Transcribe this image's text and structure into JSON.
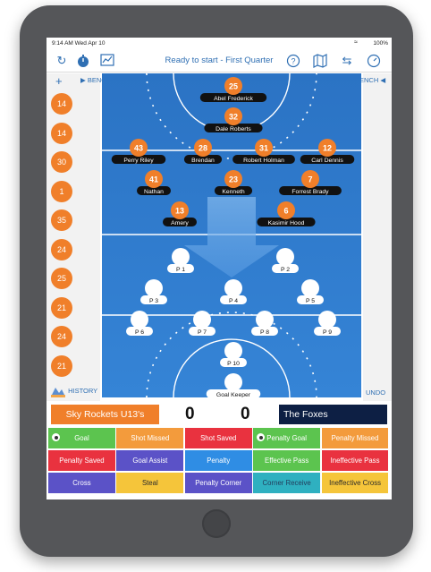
{
  "status_bar": {
    "time_date": "9:14 AM  Wed Apr 10",
    "battery": "100%"
  },
  "toolbar": {
    "title": "Ready to start - First Quarter"
  },
  "bench": {
    "add_label": "+",
    "left_label": "BENCH",
    "right_label": "BENCH"
  },
  "bench_players": [
    "14",
    "14",
    "30",
    "1",
    "35",
    "24",
    "25",
    "21",
    "24",
    "21"
  ],
  "opponents": [
    {
      "number": "25",
      "name": "Abel Frederick"
    },
    {
      "number": "32",
      "name": "Dale Roberts"
    },
    {
      "number": "43",
      "name": "Perry Riley"
    },
    {
      "number": "28",
      "name": "Brendan"
    },
    {
      "number": "31",
      "name": "Robert Holman"
    },
    {
      "number": "12",
      "name": "Carl Dennis"
    },
    {
      "number": "41",
      "name": "Nathan"
    },
    {
      "number": "23",
      "name": "Kenneth"
    },
    {
      "number": "7",
      "name": "Forrest Brady"
    },
    {
      "number": "13",
      "name": "Amery"
    },
    {
      "number": "6",
      "name": "Kasimir Hood"
    }
  ],
  "positions": [
    "P 1",
    "P 2",
    "P 3",
    "P 4",
    "P 5",
    "P 6",
    "P 7",
    "P 8",
    "P 9",
    "P 10",
    "Goal Keeper"
  ],
  "history_label": "HISTORY",
  "undo_label": "UNDO",
  "score": {
    "home_team": "Sky Rockets U13's",
    "home_score": "0",
    "away_score": "0",
    "away_team": "The Foxes"
  },
  "actions": [
    [
      "Goal",
      "Shot Missed",
      "Shot Saved",
      "Penalty Goal",
      "Penalty Missed"
    ],
    [
      "Penalty Saved",
      "Goal Assist",
      "Penalty",
      "Effective Pass",
      "Ineffective Pass"
    ],
    [
      "Cross",
      "Steal",
      "Penalty Corner",
      "Corner Receive",
      "Ineffective Cross"
    ]
  ],
  "colors": {
    "accent": "#2f6fb3",
    "orange": "#f07f2a",
    "field_blue": "#2f7fd1",
    "navy": "#0d1f44"
  }
}
